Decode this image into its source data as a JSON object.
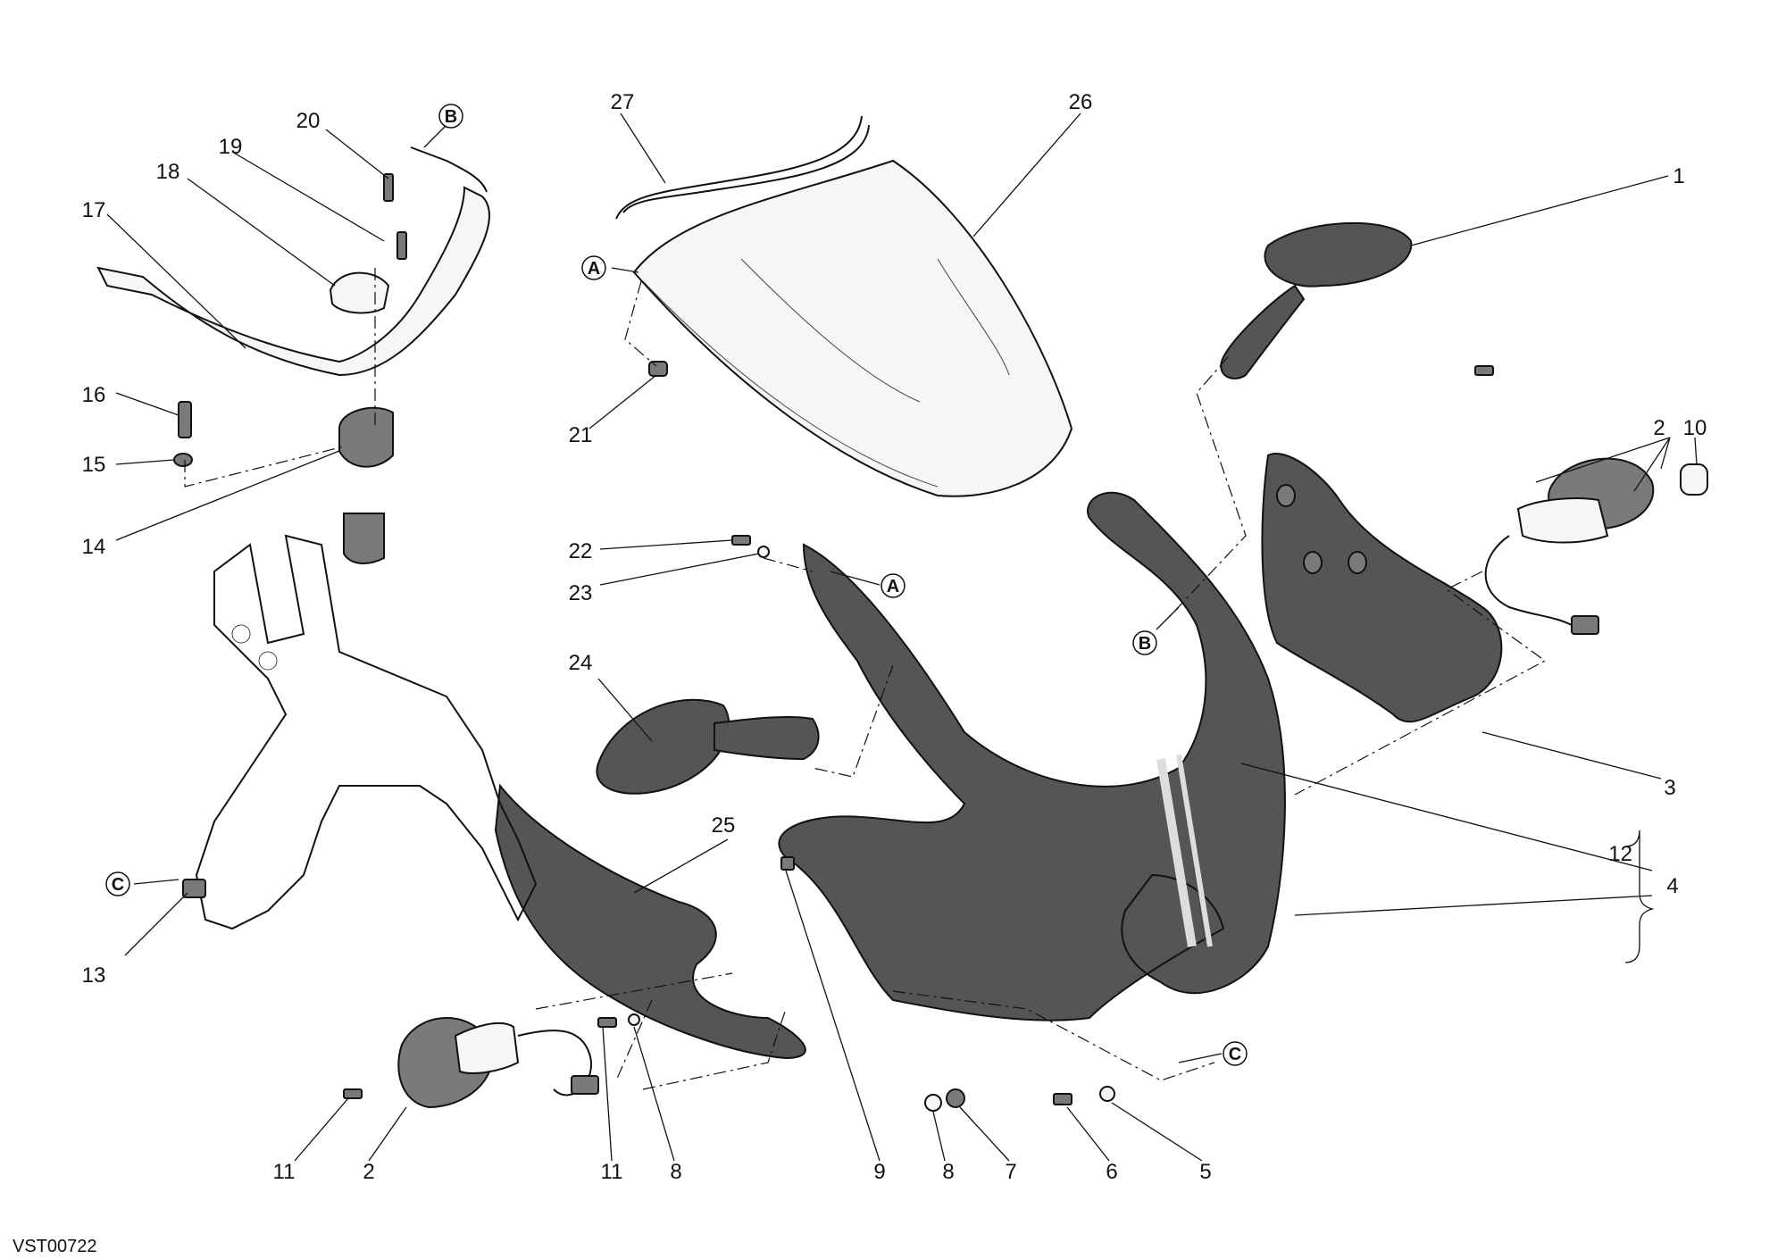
{
  "figure_code": "VST00722",
  "callouts": [
    {
      "id": "c1",
      "label": "1"
    },
    {
      "id": "c2a",
      "label": "2"
    },
    {
      "id": "c2b",
      "label": "2"
    },
    {
      "id": "c3",
      "label": "3"
    },
    {
      "id": "c4",
      "label": "4"
    },
    {
      "id": "c5",
      "label": "5"
    },
    {
      "id": "c6",
      "label": "6"
    },
    {
      "id": "c7",
      "label": "7"
    },
    {
      "id": "c8a",
      "label": "8"
    },
    {
      "id": "c8b",
      "label": "8"
    },
    {
      "id": "c9",
      "label": "9"
    },
    {
      "id": "c10",
      "label": "10"
    },
    {
      "id": "c11a",
      "label": "11"
    },
    {
      "id": "c11b",
      "label": "11"
    },
    {
      "id": "c12",
      "label": "12"
    },
    {
      "id": "c13",
      "label": "13"
    },
    {
      "id": "c14",
      "label": "14"
    },
    {
      "id": "c15",
      "label": "15"
    },
    {
      "id": "c16",
      "label": "16"
    },
    {
      "id": "c17",
      "label": "17"
    },
    {
      "id": "c18",
      "label": "18"
    },
    {
      "id": "c19",
      "label": "19"
    },
    {
      "id": "c20",
      "label": "20"
    },
    {
      "id": "c21",
      "label": "21"
    },
    {
      "id": "c22",
      "label": "22"
    },
    {
      "id": "c23",
      "label": "23"
    },
    {
      "id": "c24",
      "label": "24"
    },
    {
      "id": "c25",
      "label": "25"
    },
    {
      "id": "c26",
      "label": "26"
    },
    {
      "id": "c27",
      "label": "27"
    }
  ],
  "references": [
    {
      "id": "refA1",
      "letter": "A"
    },
    {
      "id": "refA2",
      "letter": "A"
    },
    {
      "id": "refB1",
      "letter": "B"
    },
    {
      "id": "refB2",
      "letter": "B"
    },
    {
      "id": "refC1",
      "letter": "C"
    },
    {
      "id": "refC2",
      "letter": "C"
    }
  ]
}
